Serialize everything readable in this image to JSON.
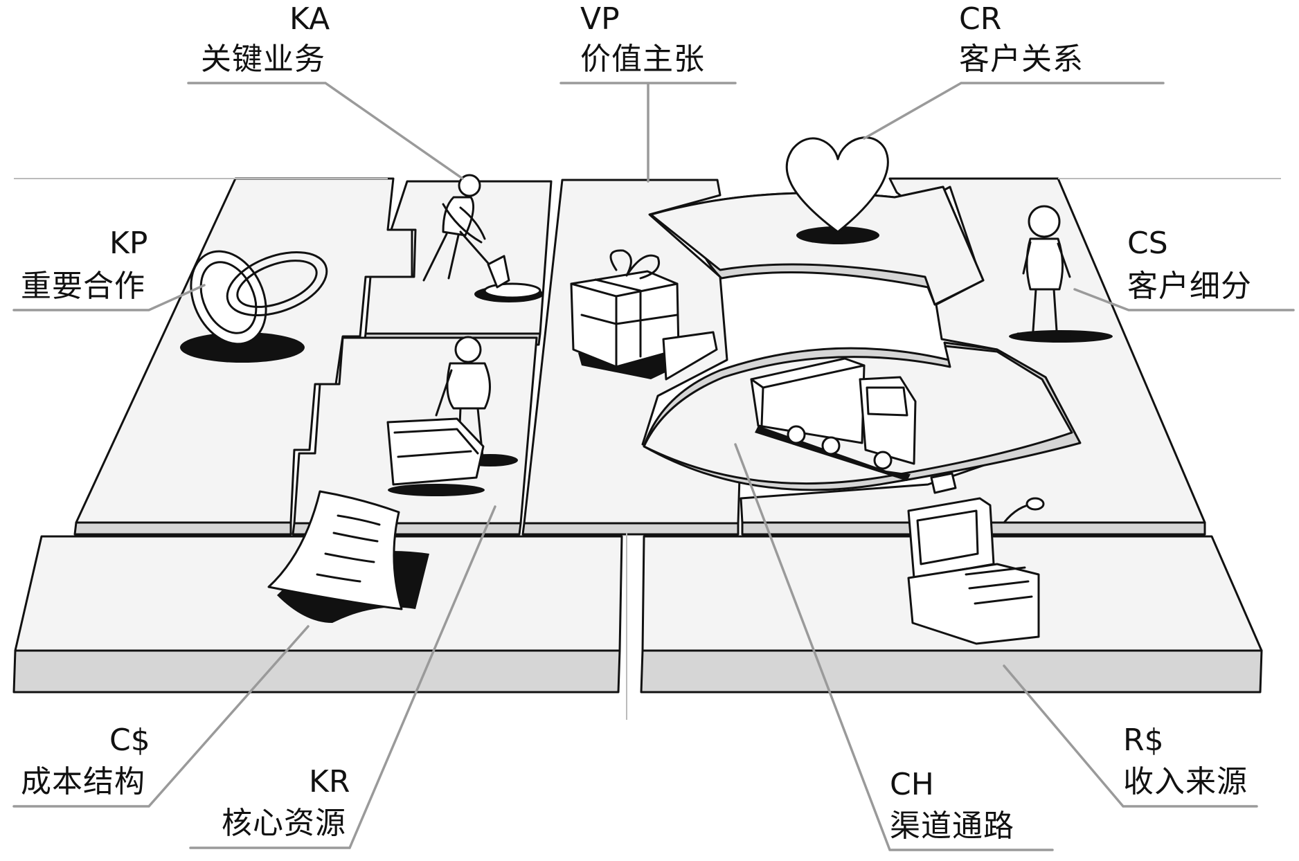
{
  "labels": {
    "ka": {
      "code": "KA",
      "name": "关键业务"
    },
    "vp": {
      "code": "VP",
      "name": "价值主张"
    },
    "cr": {
      "code": "CR",
      "name": "客户关系"
    },
    "kp": {
      "code": "KP",
      "name": "重要合作"
    },
    "cs": {
      "code": "CS",
      "name": "客户细分"
    },
    "cost": {
      "code": "C$",
      "name": "成本结构"
    },
    "kr": {
      "code": "KR",
      "name": "核心资源"
    },
    "ch": {
      "code": "CH",
      "name": "渠道通路"
    },
    "rev": {
      "code": "R$",
      "name": "收入来源"
    }
  },
  "icons": [
    "rings-icon",
    "digging-person-icon",
    "person-with-machine-icon",
    "contract-document-icon",
    "gift-box-icon",
    "heart-icon",
    "truck-icon",
    "standing-person-icon",
    "cash-register-icon"
  ],
  "colors": {
    "ink": "#111111",
    "leader": "#8a8a8a",
    "board": "#f2f2f2",
    "board_edge": "#d9d9d9"
  }
}
